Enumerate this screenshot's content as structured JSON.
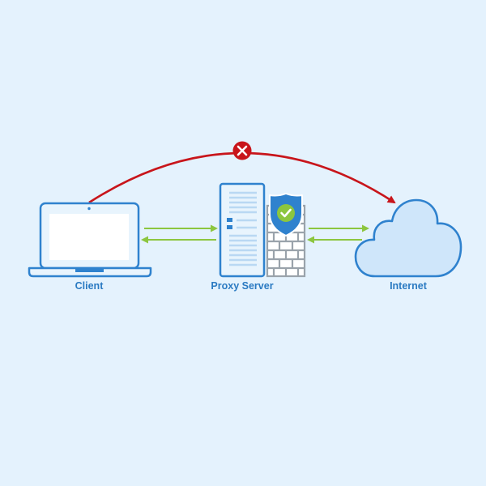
{
  "nodes": {
    "client": {
      "label": "Client",
      "icon": "laptop-icon"
    },
    "proxy": {
      "label": "Proxy Server",
      "icon": "server-icon",
      "badge_icon": "shield-check-icon",
      "wall_icon": "firewall-icon"
    },
    "internet": {
      "label": "Internet",
      "icon": "cloud-icon"
    }
  },
  "connections": [
    {
      "from": "client",
      "to": "internet",
      "status": "blocked",
      "marker_icon": "x-circle-icon"
    },
    {
      "from": "client",
      "to": "proxy",
      "direction": "bidirectional"
    },
    {
      "from": "proxy",
      "to": "internet",
      "direction": "bidirectional"
    }
  ],
  "colors": {
    "background": "#e4f2fd",
    "outline": "#2f82ce",
    "fill_light": "#cfe6fa",
    "label": "#2a7ac2",
    "blocked": "#c8151b",
    "allowed": "#8cc63f",
    "firewall": "#9aa3ab"
  }
}
